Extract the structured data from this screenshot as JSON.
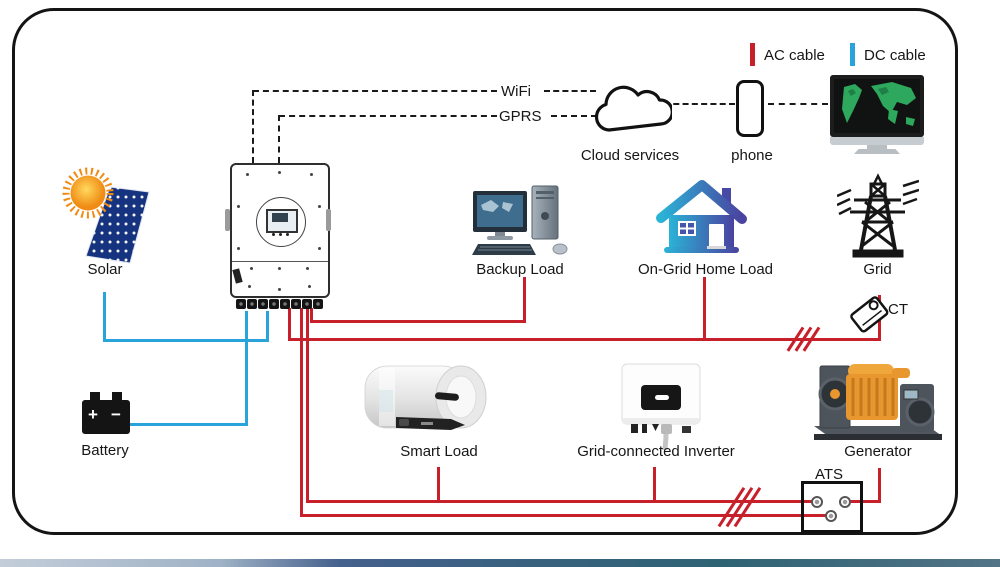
{
  "legend": {
    "ac_label": "AC cable",
    "dc_label": "DC cable"
  },
  "colors": {
    "ac": "#c8202a",
    "dc": "#29a3dc"
  },
  "comm": {
    "wifi_label": "WiFi",
    "gprs_label": "GPRS"
  },
  "nodes": {
    "cloud": {
      "label": "Cloud services"
    },
    "phone": {
      "label": "phone"
    },
    "solar": {
      "label": "Solar"
    },
    "battery": {
      "label": "Battery",
      "plus": "+",
      "minus": "−"
    },
    "backup_load": {
      "label": "Backup Load"
    },
    "ongrid_home_load": {
      "label": "On-Grid Home Load"
    },
    "grid": {
      "label": "Grid"
    },
    "ct": {
      "label": "CT"
    },
    "smart_load": {
      "label": "Smart Load"
    },
    "grid_connected_inverter": {
      "label": "Grid-connected Inverter"
    },
    "generator": {
      "label": "Generator"
    },
    "ats": {
      "label": "ATS"
    }
  }
}
